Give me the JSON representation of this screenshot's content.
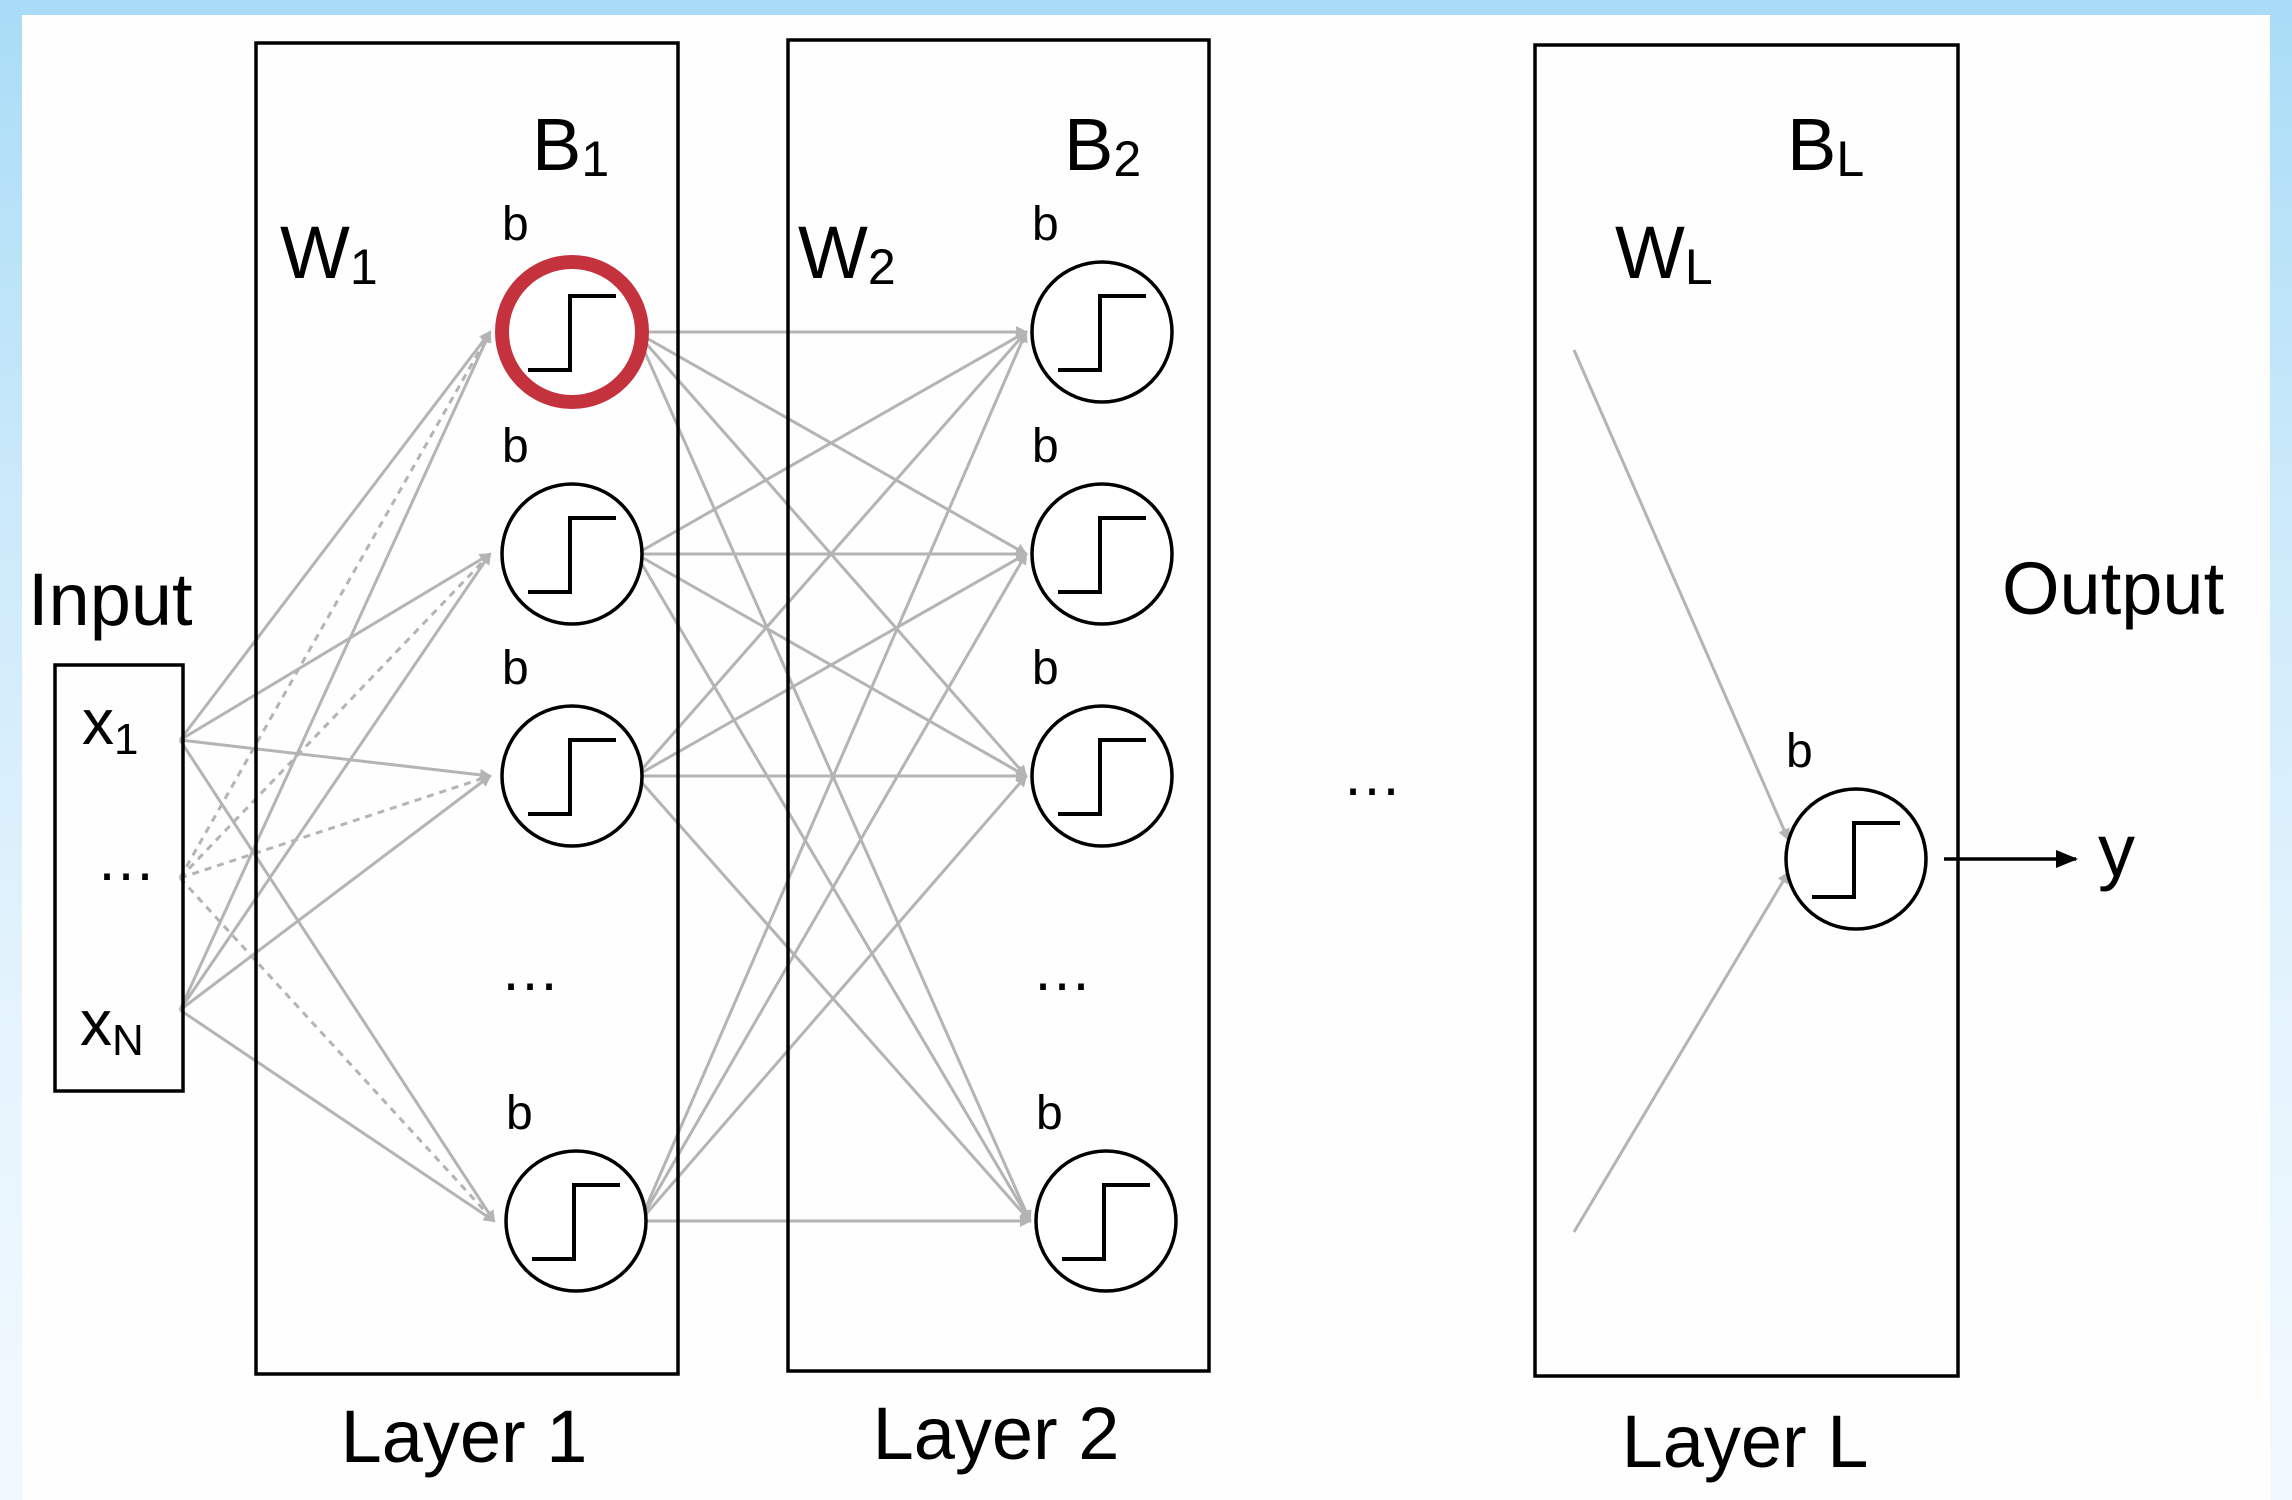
{
  "input": {
    "label": "Input",
    "x1": "x",
    "x1_sub": "1",
    "ellipsis": "…",
    "xN": "x",
    "xN_sub": "N"
  },
  "layers": [
    {
      "name": "Layer 1",
      "weight": "W",
      "weight_sub": "1",
      "bias": "B",
      "bias_sub": "1",
      "node_bias_label": "b",
      "ellipsis": "…"
    },
    {
      "name": "Layer 2",
      "weight": "W",
      "weight_sub": "2",
      "bias": "B",
      "bias_sub": "2",
      "node_bias_label": "b",
      "ellipsis": "…"
    },
    {
      "name": "Layer L",
      "weight": "W",
      "weight_sub": "L",
      "bias": "B",
      "bias_sub": "L",
      "node_bias_label": "b"
    }
  ],
  "between_layers_ellipsis": "…",
  "output": {
    "label": "Output",
    "y": "y"
  },
  "colors": {
    "background_top": "#a9dcf7",
    "background_bottom": "#f2f9fe",
    "panel": "#fefefe",
    "edge": "#b4b4b4",
    "highlight": "#c4333d"
  },
  "highlighted_node": "layer-1-neuron-1"
}
